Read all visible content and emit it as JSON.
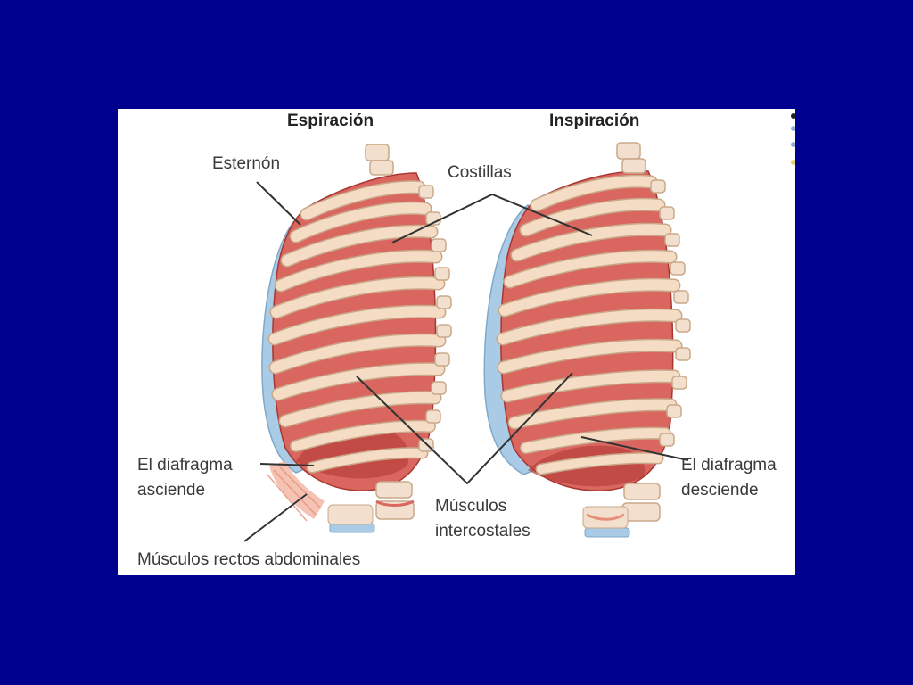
{
  "labels": {
    "espiracion": "Espiración",
    "inspiracion": "Inspiración",
    "esternon": "Esternón",
    "costillas": "Costillas",
    "diafragma_asciende_1": "El diafragma",
    "diafragma_asciende_2": "asciende",
    "musculos_intercostales_1": "Músculos",
    "musculos_intercostales_2": "intercostales",
    "diafragma_desciende_1": "El diafragma",
    "diafragma_desciende_2": "desciende",
    "musculos_rectos": "Músculos rectos abdominales"
  },
  "colors": {
    "background": "#00008e",
    "panel": "#ffffff",
    "muscle": "#d9665f",
    "muscle_dark": "#b8403a",
    "rib": "#f5dcc4",
    "rib_edge": "#c9a88a",
    "cartilage": "#a9cbe6",
    "vertebra": "#f2dfcd",
    "leader_line": "#333333"
  },
  "icons": [
    "accent-dots"
  ]
}
